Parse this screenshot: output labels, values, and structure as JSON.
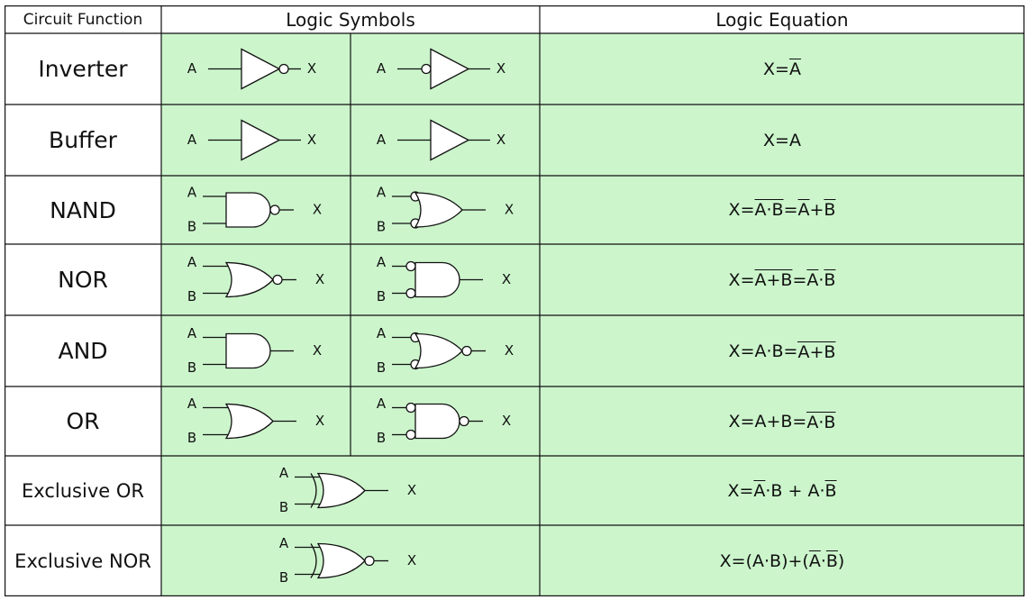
{
  "header": {
    "circuit_function": "Circuit Function",
    "logic_symbols": "Logic Symbols",
    "logic_equation": "Logic Equation"
  },
  "rows": [
    {
      "function": "Inverter",
      "symbols": [
        "not",
        "not_in"
      ],
      "equation_plain": "X=A",
      "pin_in": [
        "A"
      ],
      "pin_out": "X"
    },
    {
      "function": "Buffer",
      "symbols": [
        "buf",
        "buf"
      ],
      "equation_plain": "X=A",
      "pin_in": [
        "A"
      ],
      "pin_out": "X"
    },
    {
      "function": "NAND",
      "symbols": [
        "nand",
        "or_inv_in"
      ],
      "equation_plain": "X=A·B=A+B",
      "pin_in": [
        "A",
        "B"
      ],
      "pin_out": "X"
    },
    {
      "function": "NOR",
      "symbols": [
        "nor",
        "and_inv_in"
      ],
      "equation_plain": "X=A+B=A·B",
      "pin_in": [
        "A",
        "B"
      ],
      "pin_out": "X"
    },
    {
      "function": "AND",
      "symbols": [
        "and",
        "nor_inv_in"
      ],
      "equation_plain": "X=A·B=A+B",
      "pin_in": [
        "A",
        "B"
      ],
      "pin_out": "X"
    },
    {
      "function": "OR",
      "symbols": [
        "or",
        "nand_inv_in"
      ],
      "equation_plain": "X=A+B=A·B",
      "pin_in": [
        "A",
        "B"
      ],
      "pin_out": "X"
    },
    {
      "function": "Exclusive OR",
      "symbols": [
        "xor"
      ],
      "equation_plain": "X=A·B + A·B",
      "pin_in": [
        "A",
        "B"
      ],
      "pin_out": "X"
    },
    {
      "function": "Exclusive NOR",
      "symbols": [
        "xnor"
      ],
      "equation_plain": "X=(A·B)+(A·B)",
      "pin_in": [
        "A",
        "B"
      ],
      "pin_out": "X"
    }
  ],
  "colors": {
    "cell_green": "#ccf5cc",
    "line": "#111111"
  }
}
